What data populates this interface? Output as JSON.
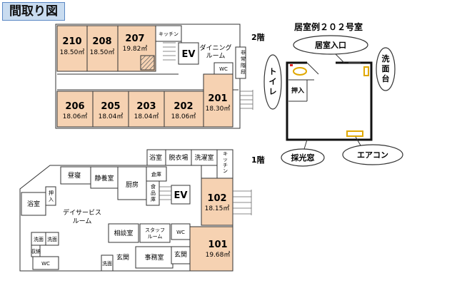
{
  "title": "間取り図",
  "floor2": {
    "label": "2階",
    "rooms_top": [
      {
        "number": "210",
        "area": "18.50㎡"
      },
      {
        "number": "208",
        "area": "18.50㎡"
      },
      {
        "number": "207",
        "area": "19.82㎡"
      }
    ],
    "rooms_bottom": [
      {
        "number": "206",
        "area": "18.06㎡"
      },
      {
        "number": "205",
        "area": "18.04㎡"
      },
      {
        "number": "203",
        "area": "18.04㎡"
      },
      {
        "number": "202",
        "area": "18.06㎡"
      },
      {
        "number": "201",
        "area": "18.30㎡"
      }
    ],
    "kitchen": "キッチン",
    "ev": "EV",
    "dining": [
      "ダイニング",
      "ルーム"
    ],
    "wc": "WC",
    "vertical_note": [
      "非",
      "常",
      "階",
      "段"
    ]
  },
  "floor1": {
    "label": "1階",
    "rooms": [
      {
        "number": "102",
        "area": "18.15㎡"
      },
      {
        "number": "101",
        "area": "19.68㎡"
      }
    ],
    "bath_top": "浴室",
    "dressing": "脱衣場",
    "laundry": "洗濯室",
    "kitchen_v": [
      "キ",
      "ッ",
      "チ",
      "ン"
    ],
    "stairs_room": "昼寝",
    "quiet_room": "静養室",
    "kitchen2": "厨房",
    "warehouse": "倉庫",
    "food_store": [
      "食",
      "品",
      "庫"
    ],
    "ev": "EV",
    "bath_left": "浴室",
    "entry_v": [
      "押",
      "入"
    ],
    "day_service": [
      "デイサービス",
      "ルーム"
    ],
    "consult": "相談室",
    "staff": [
      "スタッフ",
      "ルーム"
    ],
    "wc": "WC",
    "wc2": "WC",
    "office": "事務室",
    "entrance1": "玄関",
    "entrance2": "玄関",
    "small1": "洗面",
    "small2": "洗面",
    "small3": "収納",
    "small4": "洗面"
  },
  "example": {
    "title": "居室例２０２号室",
    "entrance": "居室入口",
    "sink_v": [
      "洗",
      "面",
      "台"
    ],
    "toilet_v": [
      "ト",
      "イ",
      "レ"
    ],
    "closet_v": "押入",
    "window": "採光窓",
    "aircon": "エアコン"
  }
}
